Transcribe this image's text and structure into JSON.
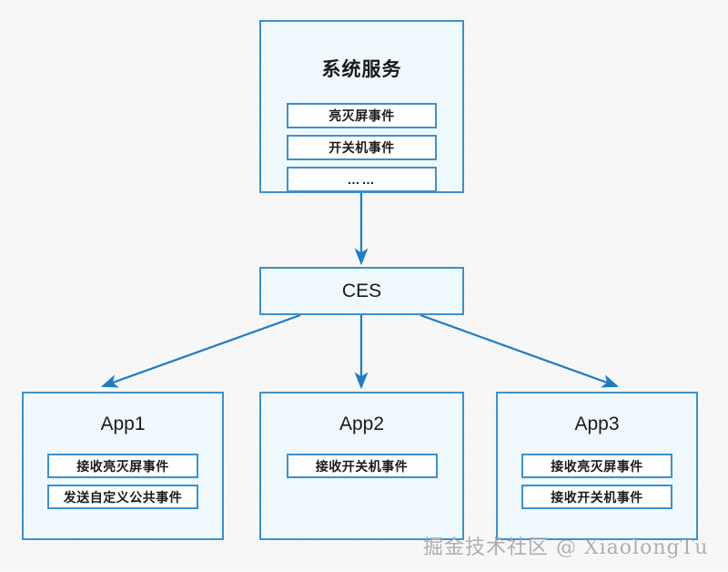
{
  "diagram": {
    "background_color": "#f4f4f4",
    "accent_color": "#3f8fcb",
    "arrow_color": "#1f7bc4",
    "box_fill": "#eff8fd",
    "item_fill": "#ffffff"
  },
  "system_service": {
    "title": "系统服务",
    "items": [
      {
        "label": "亮灭屏事件"
      },
      {
        "label": "开关机事件"
      },
      {
        "label": "……"
      }
    ]
  },
  "ces": {
    "title": "CES"
  },
  "apps": [
    {
      "title": "App1",
      "items": [
        {
          "label": "接收亮灭屏事件"
        },
        {
          "label": "发送自定义公共事件"
        }
      ]
    },
    {
      "title": "App2",
      "items": [
        {
          "label": "接收开关机事件"
        }
      ]
    },
    {
      "title": "App3",
      "items": [
        {
          "label": "接收亮灭屏事件"
        },
        {
          "label": "接收开关机事件"
        }
      ]
    }
  ],
  "connections": [
    {
      "from": "system_service",
      "to": "ces"
    },
    {
      "from": "ces",
      "to": "App1"
    },
    {
      "from": "ces",
      "to": "App2"
    },
    {
      "from": "ces",
      "to": "App3"
    }
  ],
  "watermark": {
    "text": "掘金技术社区 @ XiaolongTu"
  }
}
